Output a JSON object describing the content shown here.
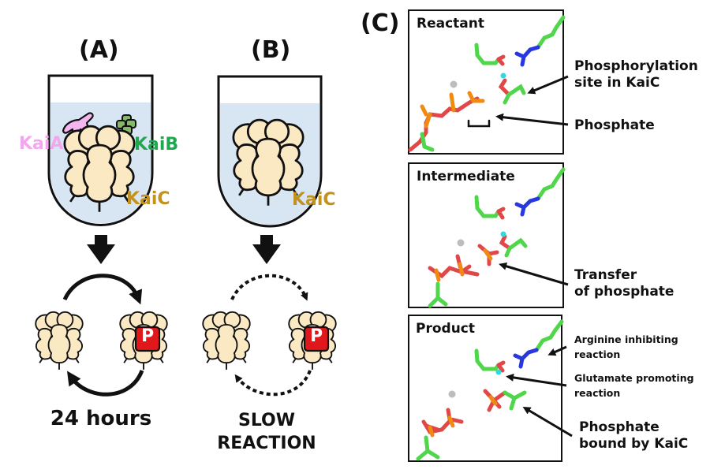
{
  "panels": {
    "A": {
      "label": "(A)",
      "proteins": {
        "kaia": "KaiA",
        "kaib": "KaiB",
        "kaic": "KaiC"
      },
      "cycle_caption": "24 hours"
    },
    "B": {
      "label": "(B)",
      "proteins": {
        "kaic": "KaiC"
      },
      "cycle_caption_line1": "SLOW",
      "cycle_caption_line2": "REACTION"
    },
    "C": {
      "label": "(C)",
      "states": [
        {
          "title": "Reactant",
          "notes": [
            "Phosphorylation site in KaiC",
            "Phosphate"
          ]
        },
        {
          "title": "Intermediate",
          "notes": [
            "Transfer of phosphate"
          ]
        },
        {
          "title": "Product",
          "notes": [
            "Arginine inhibiting reaction",
            "Glutamate promoting reaction",
            "Phosphate bound by KaiC"
          ]
        }
      ]
    }
  },
  "phospho_badge": "P",
  "labels": {
    "reactant_note1_line1": "Phosphorylation",
    "reactant_note1_line2": "site in KaiC",
    "reactant_note2": "Phosphate",
    "intermediate_note_line1": "Transfer",
    "intermediate_note_line2": "of phosphate",
    "product_note1_line1": "Arginine inhibiting",
    "product_note1_line2": "reaction",
    "product_note2_line1": "Glutamate promoting",
    "product_note2_line2": "reaction",
    "product_note3_line1": "Phosphate",
    "product_note3_line2": "bound by KaiC"
  },
  "colors": {
    "kaia": "#f4a6ee",
    "kaib": "#20a850",
    "kaic_text": "#c3921c",
    "kaic_body": "#fbe9c4",
    "solution": "#d8e6f4",
    "phospho_badge": "#e0181c",
    "carbon": "#4fd64a",
    "oxygen": "#e04848",
    "phosphorus": "#f08a10",
    "nitrogen": "#2838e0",
    "hydrogen": "#e8e8e8",
    "proton": "#30d8e0",
    "ion": "#bdbdbd"
  }
}
